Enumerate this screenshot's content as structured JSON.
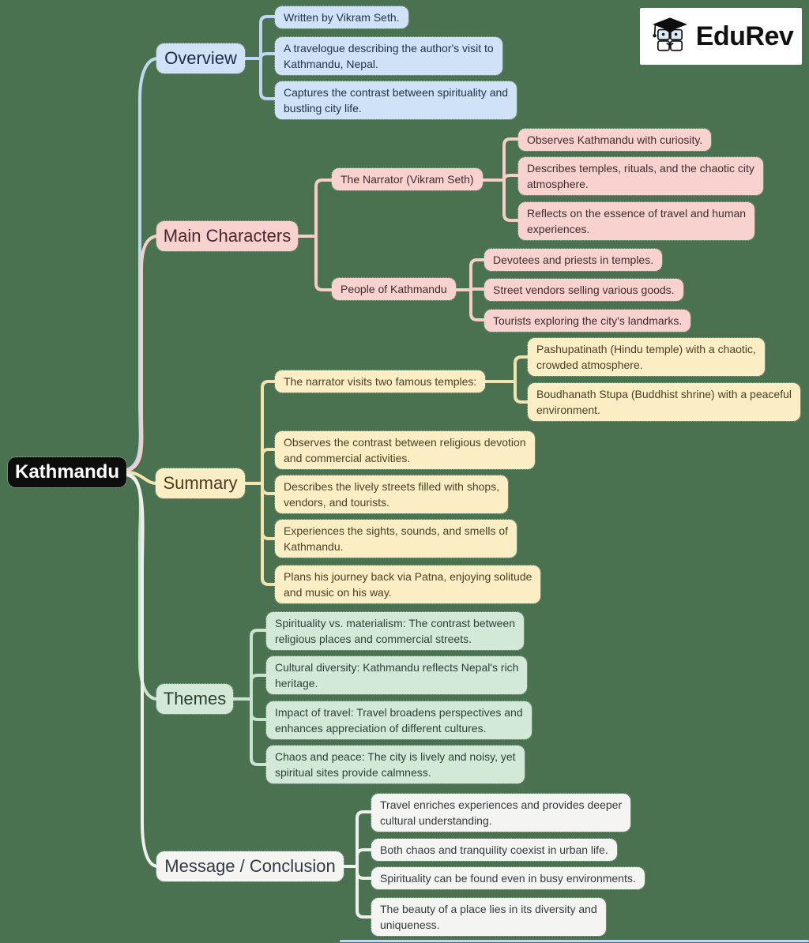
{
  "palette": {
    "background": "#4a7150",
    "root_fill": "#0d0d0d",
    "overview_fill": "#cfe2f7",
    "main_characters_fill": "#f8d2cf",
    "summary_fill": "#fbeec5",
    "themes_fill": "#d2e9d8",
    "message_conclusion_fill": "#f4f4f2"
  },
  "logo": {
    "brand": "EduRev"
  },
  "root": {
    "label": "Kathmandu"
  },
  "branches": [
    {
      "label": "Overview",
      "children": [
        {
          "text": "Written by Vikram Seth."
        },
        {
          "text": "A travelogue describing the author's visit to\nKathmandu, Nepal."
        },
        {
          "text": "Captures the contrast between spirituality and\nbustling city life."
        }
      ]
    },
    {
      "label": "Main Characters",
      "children": [
        {
          "text": "The Narrator (Vikram Seth)",
          "children": [
            {
              "text": "Observes Kathmandu with curiosity."
            },
            {
              "text": "Describes temples, rituals, and the chaotic city\natmosphere."
            },
            {
              "text": "Reflects on the essence of travel and human\nexperiences."
            }
          ]
        },
        {
          "text": "People of Kathmandu",
          "children": [
            {
              "text": "Devotees and priests in temples."
            },
            {
              "text": "Street vendors selling various goods."
            },
            {
              "text": "Tourists exploring the city's landmarks."
            }
          ]
        }
      ]
    },
    {
      "label": "Summary",
      "children": [
        {
          "text": "The narrator visits two famous temples:",
          "children": [
            {
              "text": "Pashupatinath (Hindu temple) with a chaotic,\ncrowded atmosphere."
            },
            {
              "text": "Boudhanath Stupa (Buddhist shrine) with a peaceful\nenvironment."
            }
          ]
        },
        {
          "text": "Observes the contrast between religious devotion\nand commercial activities."
        },
        {
          "text": "Describes the lively streets filled with shops,\nvendors, and tourists."
        },
        {
          "text": "Experiences the sights, sounds, and smells of\nKathmandu."
        },
        {
          "text": "Plans his journey back via Patna, enjoying solitude\nand music on his way."
        }
      ]
    },
    {
      "label": "Themes",
      "children": [
        {
          "text": "Spirituality vs. materialism: The contrast between\nreligious places and commercial streets."
        },
        {
          "text": "Cultural diversity: Kathmandu reflects Nepal's rich\nheritage."
        },
        {
          "text": "Impact of travel: Travel broadens perspectives and\nenhances appreciation of different cultures."
        },
        {
          "text": "Chaos and peace: The city is lively and noisy, yet\nspiritual sites provide calmness."
        }
      ]
    },
    {
      "label": "Message / Conclusion",
      "children": [
        {
          "text": "Travel enriches experiences and provides deeper\ncultural understanding."
        },
        {
          "text": "Both chaos and tranquility coexist in urban life."
        },
        {
          "text": "Spirituality can be found even in busy environments."
        },
        {
          "text": "The beauty of a place lies in its diversity and\nuniqueness."
        }
      ]
    }
  ]
}
